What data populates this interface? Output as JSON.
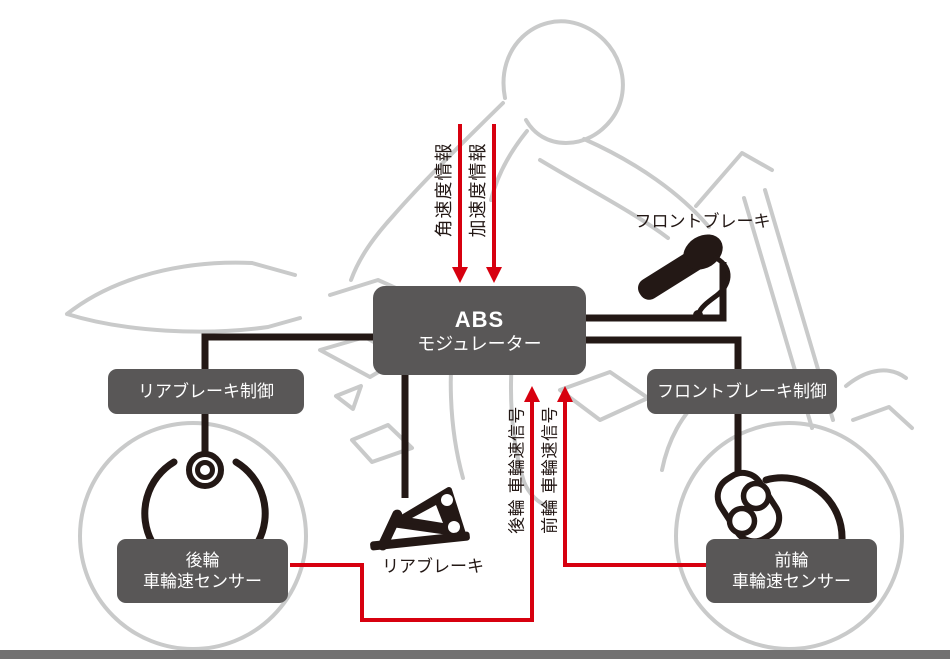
{
  "diagram": {
    "boxes": {
      "abs": {
        "title": "ABS",
        "subtitle": "モジュレーター"
      },
      "rear_control": {
        "label": "リアブレーキ制御"
      },
      "front_control": {
        "label": "フロントブレーキ制御"
      },
      "rear_sensor": {
        "line1": "後輪",
        "line2": "車輪速センサー"
      },
      "front_sensor": {
        "line1": "前輪",
        "line2": "車輪速センサー"
      }
    },
    "labels": {
      "front_brake": "フロントブレーキ",
      "rear_brake": "リアブレーキ"
    },
    "signals": {
      "angular_velocity": "角速度情報",
      "acceleration": "加速度情報",
      "rear_wheel_speed": "後輪 車輪速信号",
      "front_wheel_speed": "前輪 車輪速信号"
    },
    "icons": [
      "front-brake-lever-icon",
      "rear-brake-pedal-icon",
      "rear-wheel-speed-sensor-icon",
      "front-wheel-speed-sensor-icon"
    ],
    "colors": {
      "box_gray": "#595757",
      "signal_red": "#d7000f",
      "wire_black": "#231815",
      "outline_gray": "#c9caca",
      "ground_gray": "#727171",
      "text_white": "#ffffff",
      "text_dark": "#231815"
    }
  }
}
